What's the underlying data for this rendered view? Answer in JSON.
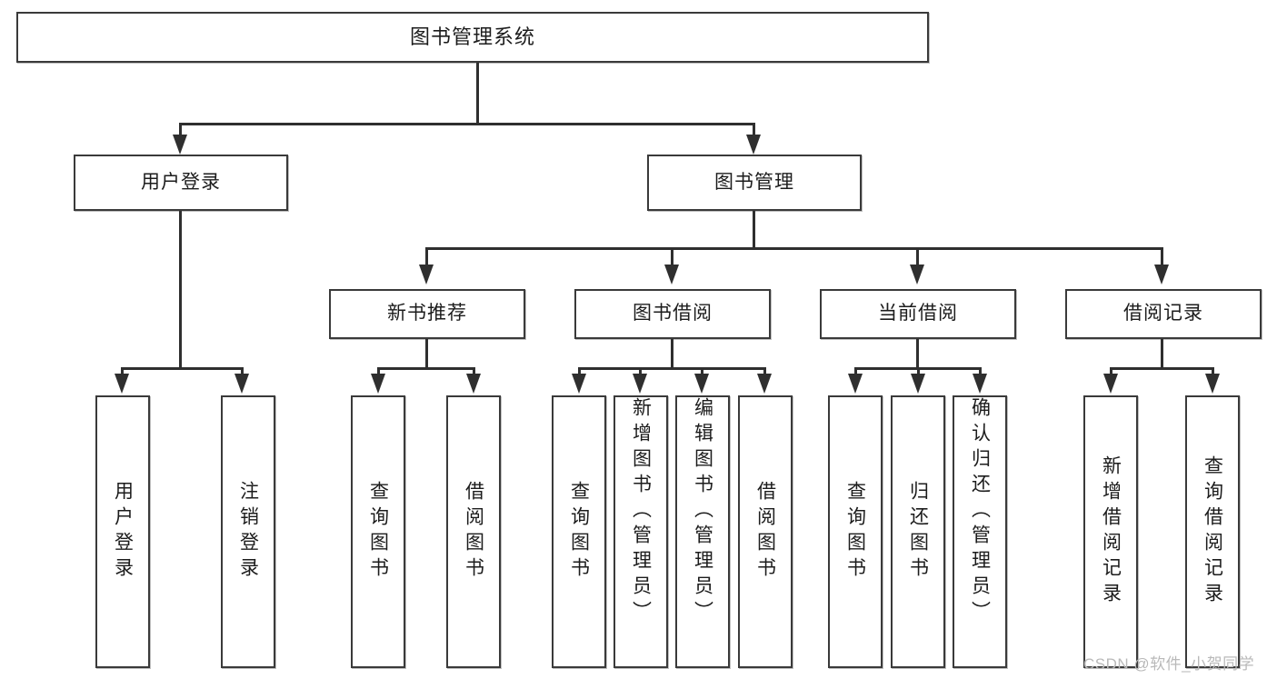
{
  "diagram": {
    "title": "图书管理系统",
    "root": {
      "label": "图书管理系统"
    },
    "level2": [
      {
        "label": "用户登录"
      },
      {
        "label": "图书管理"
      }
    ],
    "level3": [
      {
        "label": "新书推荐"
      },
      {
        "label": "图书借阅"
      },
      {
        "label": "当前借阅"
      },
      {
        "label": "借阅记录"
      }
    ],
    "leaves": [
      {
        "label": "用户登录"
      },
      {
        "label": "注销登录"
      },
      {
        "label": "查询图书"
      },
      {
        "label": "借阅图书"
      },
      {
        "label": "查询图书"
      },
      {
        "label": "新增图书（管理员）"
      },
      {
        "label": "编辑图书（管理员）"
      },
      {
        "label": "借阅图书"
      },
      {
        "label": "查询图书"
      },
      {
        "label": "归还图书"
      },
      {
        "label": "确认归还（管理员）"
      },
      {
        "label": "新增借阅记录"
      },
      {
        "label": "查询借阅记录"
      }
    ],
    "watermark": "CSDN @软件_小贺同学",
    "colors": {
      "box_border": "#3a3a3a",
      "connector": "#2f2f2f",
      "text": "#1c1c1c",
      "background": "#ffffff",
      "watermark": "#b9b9b9"
    }
  }
}
